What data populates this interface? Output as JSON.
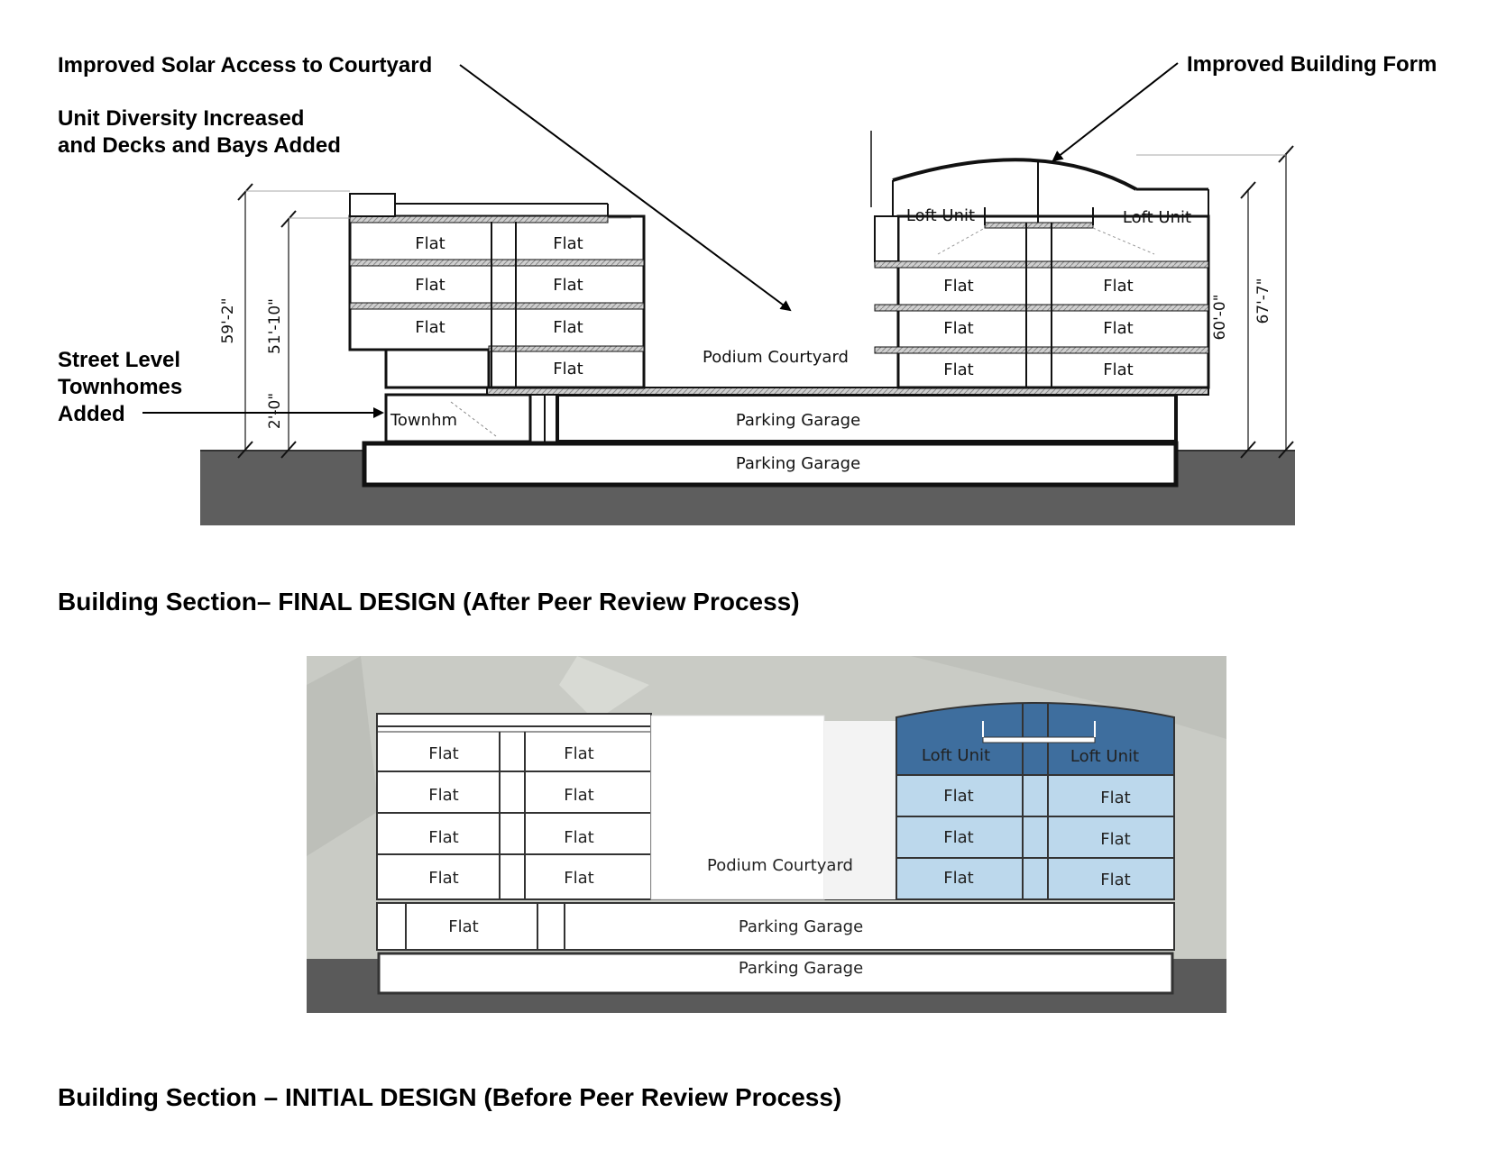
{
  "final_design": {
    "caption": "Building Section– FINAL DESIGN (After Peer Review Process)",
    "notes": {
      "solar": "Improved Solar Access to Courtyard",
      "diversity": "Unit Diversity Increased\nand Decks and Bays Added",
      "townhomes": "Street Level\nTownhomes\nAdded",
      "form": "Improved Building Form"
    },
    "labels": {
      "flat": "Flat",
      "loft_unit": "Loft Unit",
      "podium_courtyard": "Podium Courtyard",
      "townhome": "Townhm",
      "parking_garage": "Parking Garage"
    },
    "dimensions": {
      "left_outer": "59'-2\"",
      "left_inner": "51'-10\"",
      "left_base": "2'-0\"",
      "right_inner": "60'-0\"",
      "right_outer": "67'-7\""
    }
  },
  "initial_design": {
    "caption": "Building Section  – INITIAL DESIGN (Before Peer Review Process)",
    "labels": {
      "flat": "Flat",
      "loft_unit": "Loft Unit",
      "podium_courtyard": "Podium Courtyard",
      "parking_garage": "Parking Garage"
    }
  },
  "colors": {
    "ground": "#5a5a5a",
    "loft_fill": "#3e6e9e",
    "flat_fill": "#bcd8ec",
    "aerial_bg": "#c9cbc5"
  }
}
